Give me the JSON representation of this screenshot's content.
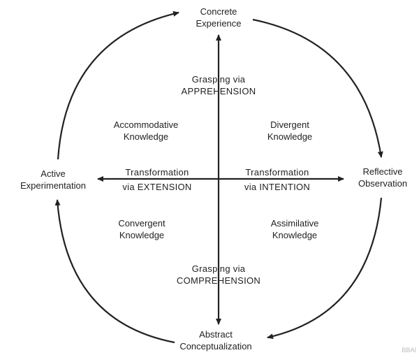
{
  "nodes": {
    "concrete_experience": [
      "Concrete",
      "Experience"
    ],
    "reflective_observation": [
      "Reflective",
      "Observation"
    ],
    "abstract_conceptualization": [
      "Abstract",
      "Conceptualization"
    ],
    "active_experimentation": [
      "Active",
      "Experimentation"
    ]
  },
  "axes": {
    "apprehension": [
      "Grasping via",
      "APPREHENSION"
    ],
    "comprehension": [
      "Grasping via",
      "COMPREHENSION"
    ],
    "extension": [
      "Transformation",
      "via EXTENSION"
    ],
    "intention": [
      "Transformation",
      "via INTENTION"
    ]
  },
  "quadrants": {
    "accommodative": [
      "Accommodative",
      "Knowledge"
    ],
    "divergent": [
      "Divergent",
      "Knowledge"
    ],
    "convergent": [
      "Convergent",
      "Knowledge"
    ],
    "assimilative": [
      "Assimilative",
      "Knowledge"
    ]
  },
  "watermark": "BBAI",
  "colors": {
    "ink": "#222222"
  }
}
